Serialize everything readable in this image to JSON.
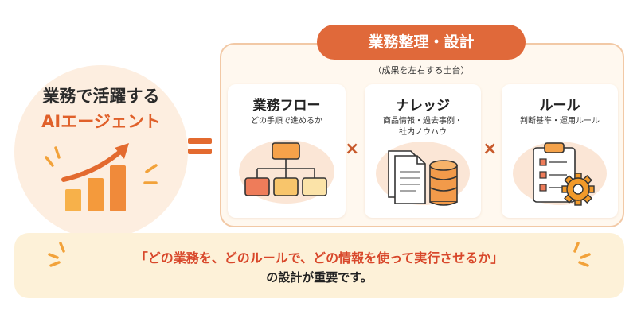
{
  "left": {
    "title_line1": "業務で活躍する",
    "title_line2": "AIエージェント",
    "icon": "growth-chart-icon"
  },
  "equals_symbol": "equals-icon",
  "right": {
    "header": "業務整理・設計",
    "subtitle": "（成果を左右する土台）",
    "cards": [
      {
        "title": "業務フロー",
        "desc_line1": "どの手順で進めるか",
        "desc_line2": "",
        "icon": "flowchart-icon"
      },
      {
        "title": "ナレッジ",
        "desc_line1": "商品情報・過去事例・",
        "desc_line2": "社内ノウハウ",
        "icon": "documents-database-icon"
      },
      {
        "title": "ルール",
        "desc_line1": "判断基準・運用ルール",
        "desc_line2": "",
        "icon": "checklist-gear-icon"
      }
    ],
    "operator": "×"
  },
  "banner": {
    "line1": "「どの業務を、どのルールで、どの情報を使って実行させるか」",
    "line2": "の設計が重要です。"
  },
  "colors": {
    "accent": "#e0693a",
    "orange_text": "#e0602a",
    "banner_red": "#d8472a",
    "card_blob": "#fbe6d6",
    "banner_bg": "#fdf1d8"
  }
}
